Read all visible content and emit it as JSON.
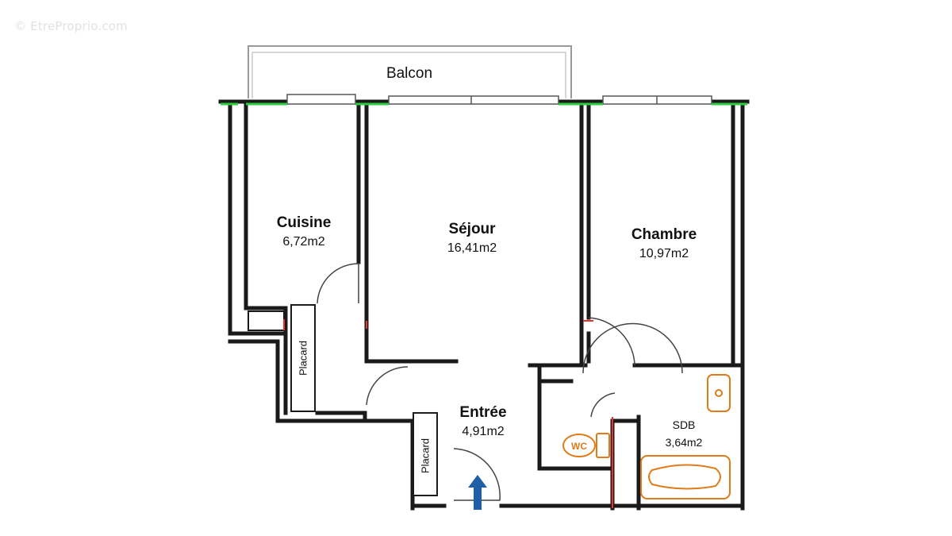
{
  "watermark": "© EtreProprio.com",
  "balcony": {
    "label": "Balcon"
  },
  "rooms": [
    {
      "id": "cuisine",
      "name": "Cuisine",
      "area": "6,72m2"
    },
    {
      "id": "sejour",
      "name": "Séjour",
      "area": "16,41m2"
    },
    {
      "id": "chambre",
      "name": "Chambre",
      "area": "10,97m2"
    },
    {
      "id": "entree",
      "name": "Entrée",
      "area": "4,91m2"
    },
    {
      "id": "sdb",
      "name": "SDB",
      "area": "3,64m2"
    }
  ],
  "closets": [
    "Placard",
    "Placard"
  ],
  "fixtures": {
    "wc_label": "WC"
  },
  "colors": {
    "wall": "#1a1a1a",
    "window_marker": "#2ecc40",
    "door_marker": "#e8332a",
    "fixture": "#e07b1a",
    "entry_arrow": "#1f5fa8"
  }
}
